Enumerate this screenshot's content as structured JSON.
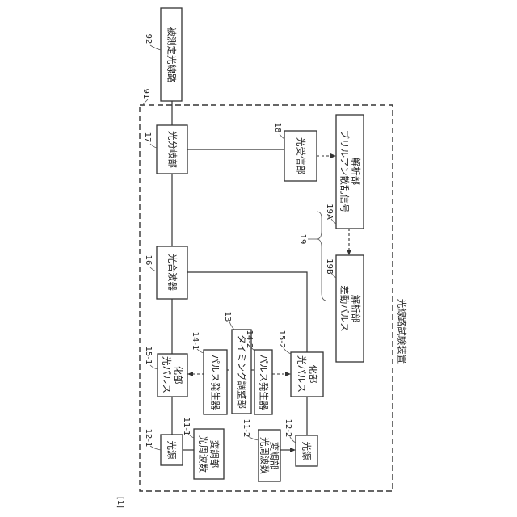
{
  "figure_label": "[1]",
  "system_label": "光線路試験装置",
  "system_ref": "91",
  "refs": {
    "fiber": "92",
    "splitter": "17",
    "receiver": "18",
    "group19": "19",
    "brillouin": "19A",
    "pulse_analysis": "19B",
    "combiner": "16",
    "pulse1": "15-1",
    "pulse2": "15-2",
    "gen1": "14-1",
    "gen2": "14-2",
    "timing": "13",
    "src1": "12-1",
    "src2": "12-2",
    "mod1": "11-1",
    "mod2": "11-2"
  },
  "blocks": {
    "fiber": [
      "被測定光線路"
    ],
    "splitter": [
      "光分岐部"
    ],
    "receiver": [
      "光受信部"
    ],
    "brillouin": [
      "ブリルアン散乱信号",
      "解析部"
    ],
    "combiner": [
      "光合波器"
    ],
    "pulse_analysis": [
      "差動パルス",
      "解析部"
    ],
    "pulse1": [
      "光パルス",
      "化部"
    ],
    "pulse2": [
      "光パルス",
      "化部"
    ],
    "gen1": [
      "パルス発生器"
    ],
    "gen2": [
      "パルス発生器"
    ],
    "timing": [
      "タイミング調整部"
    ],
    "src1": [
      "光源"
    ],
    "src2": [
      "光源"
    ],
    "mod1": [
      "光周波数",
      "変調部"
    ],
    "mod2": [
      "光周波数",
      "変調部"
    ]
  }
}
